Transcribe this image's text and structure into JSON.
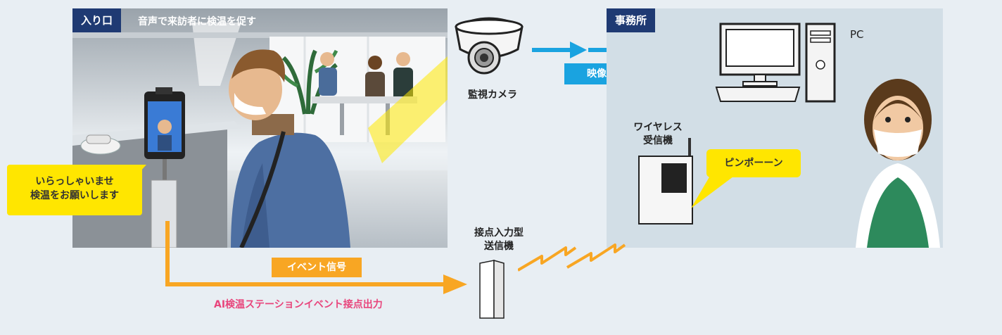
{
  "entrance": {
    "tag": "入り口",
    "caption": "音声で来訪者に検温を促す",
    "speech": [
      "いらっしゃいませ",
      "検温をお願いします"
    ]
  },
  "camera": {
    "label": "監視カメラ"
  },
  "video_signal": {
    "label": "映像信号"
  },
  "office": {
    "tag": "事務所"
  },
  "pc": {
    "label": "PC"
  },
  "receiver": {
    "label": [
      "ワイヤレス",
      "受信機"
    ]
  },
  "chime": {
    "label": "ピンポーーン"
  },
  "transmitter": {
    "label": [
      "接点入力型",
      "送信機"
    ]
  },
  "event_signal": {
    "label": "イベント信号"
  },
  "output": {
    "label": "AI検温ステーションイベント接点出力"
  },
  "colors": {
    "background": "#e8eef3",
    "office_panel": "#d2dee6",
    "navy": "#1f3a73",
    "blue_signal": "#1aa3e0",
    "orange_signal": "#f8a623",
    "yellow_bubble": "#ffe600",
    "pink_text": "#e8457c"
  }
}
